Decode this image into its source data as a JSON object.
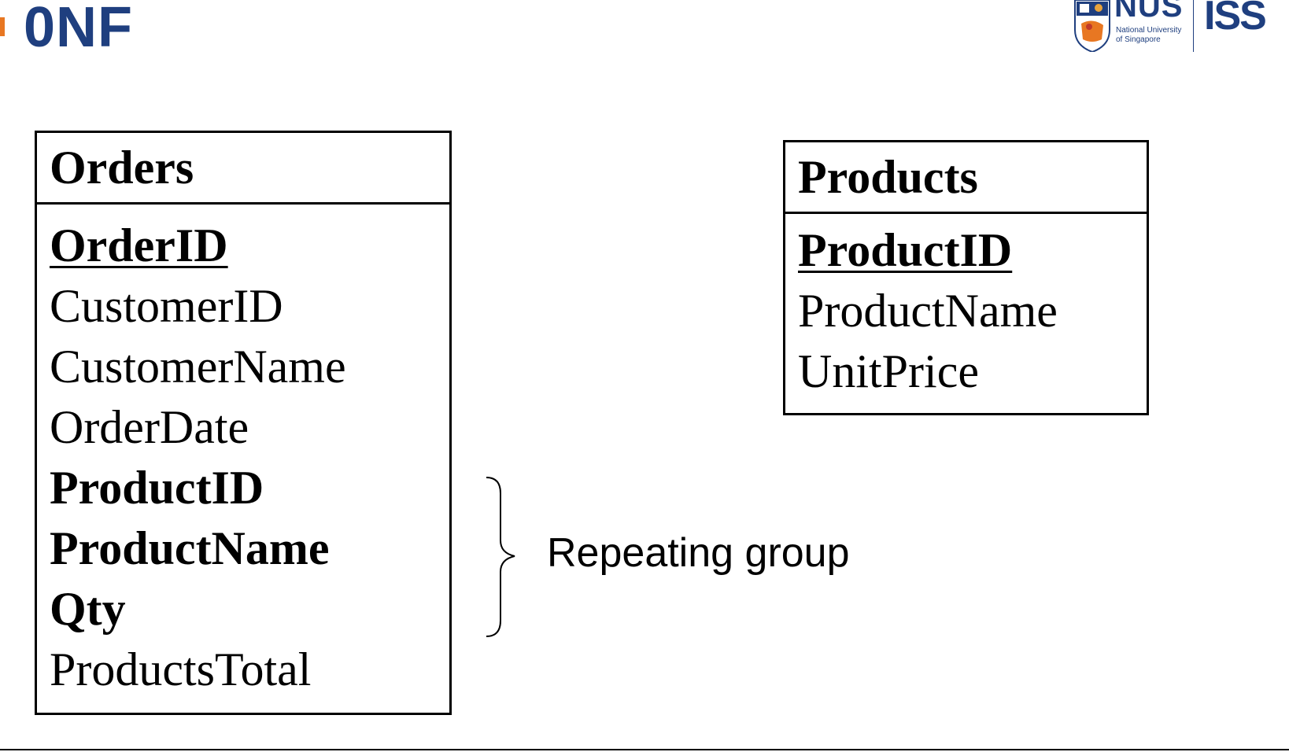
{
  "slide": {
    "title": "0NF",
    "accent_color": "#e87722",
    "title_color": "#1f3f7f"
  },
  "logos": {
    "nus": {
      "name": "NUS",
      "subtitle_line1": "National University",
      "subtitle_line2": "of Singapore"
    },
    "iss": {
      "name": "ISS"
    }
  },
  "entities": {
    "orders": {
      "title": "Orders",
      "attributes": [
        {
          "name": "OrderID",
          "style": "primary-key"
        },
        {
          "name": "CustomerID",
          "style": "normal"
        },
        {
          "name": "CustomerName",
          "style": "normal"
        },
        {
          "name": "OrderDate",
          "style": "normal"
        },
        {
          "name": "ProductID",
          "style": "repeating"
        },
        {
          "name": "ProductName",
          "style": "repeating"
        },
        {
          "name": "Qty",
          "style": "repeating"
        },
        {
          "name": "ProductsTotal",
          "style": "normal"
        }
      ]
    },
    "products": {
      "title": "Products",
      "attributes": [
        {
          "name": "ProductID",
          "style": "primary-key"
        },
        {
          "name": "ProductName",
          "style": "normal"
        },
        {
          "name": "UnitPrice",
          "style": "normal"
        }
      ]
    }
  },
  "annotation": {
    "label": "Repeating group"
  }
}
